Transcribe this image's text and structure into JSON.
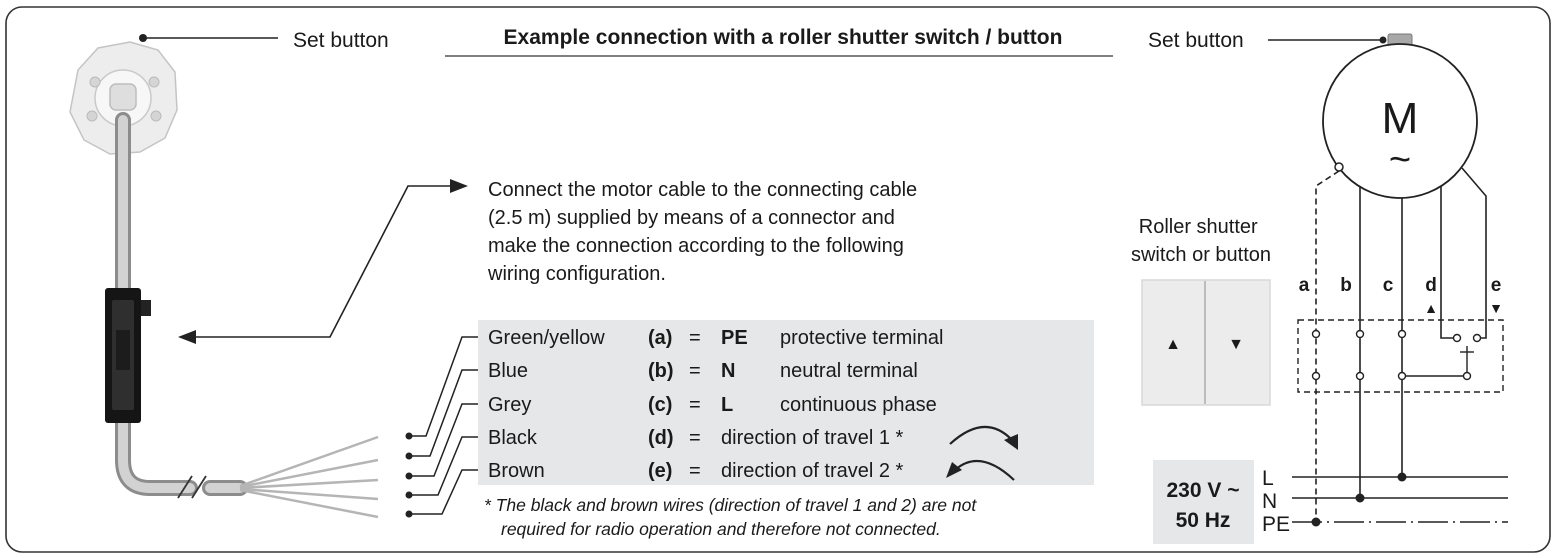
{
  "title": "Example connection with a roller shutter switch / button",
  "set_button_left": "Set button",
  "set_button_right": "Set button",
  "instruction": [
    "Connect the motor cable to the connecting cable",
    "(2.5 m) supplied by means of a connector and",
    "make the connection according to the following",
    "wiring configuration."
  ],
  "wiring_rows": [
    {
      "color": "Green/yellow",
      "code": "(a)",
      "eq": "=",
      "symbol": "PE",
      "desc": "protective terminal"
    },
    {
      "color": "Blue",
      "code": "(b)",
      "eq": "=",
      "symbol": "N",
      "desc": "neutral terminal"
    },
    {
      "color": "Grey",
      "code": "(c)",
      "eq": "=",
      "symbol": "L",
      "desc": "continuous phase"
    },
    {
      "color": "Black",
      "code": "(d)",
      "eq": "=",
      "symbol": "",
      "desc": "direction of travel 1 *"
    },
    {
      "color": "Brown",
      "code": "(e)",
      "eq": "=",
      "symbol": "",
      "desc": "direction of travel 2 *"
    }
  ],
  "footnote": [
    "* The black and brown wires (direction of travel 1 and 2) are not",
    "required for radio operation and therefore not connected."
  ],
  "switch_label": [
    "Roller shutter",
    "switch or button"
  ],
  "terminal_letters": [
    "a",
    "b",
    "c",
    "d",
    "e"
  ],
  "motor_symbol": "M",
  "motor_wave": "~",
  "supply": {
    "voltage": "230 V ~",
    "frequency": "50 Hz"
  },
  "supply_lines": [
    "L",
    "N",
    "PE"
  ],
  "up_arrow": "▲",
  "down_arrow": "▼"
}
